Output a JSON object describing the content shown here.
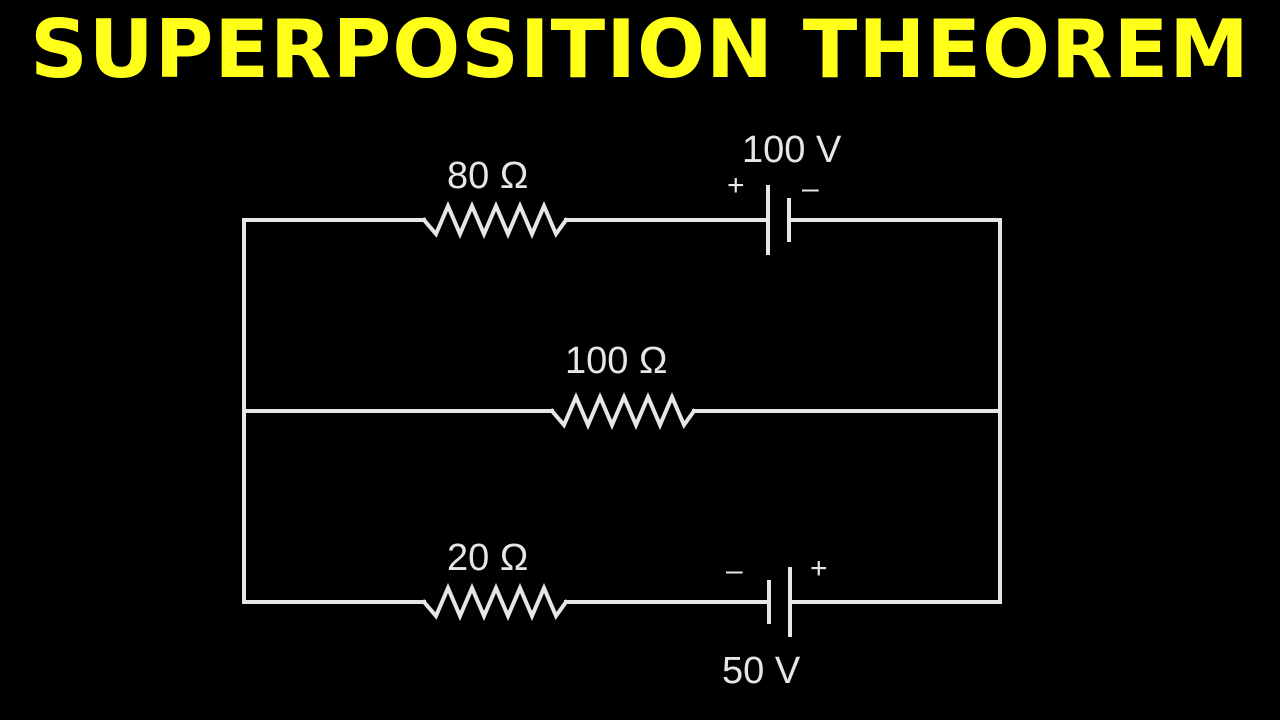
{
  "title": "SUPERPOSITION THEOREM",
  "colors": {
    "title": "#ffff1a",
    "wire": "#e6e6e6",
    "background": "#000000"
  },
  "circuit": {
    "top_branch": {
      "resistor": {
        "label": "80 Ω",
        "value_ohms": 80
      },
      "source": {
        "label": "100 V",
        "value_volts": 100,
        "left_sign": "+",
        "right_sign": "–"
      }
    },
    "middle_branch": {
      "resistor": {
        "label": "100 Ω",
        "value_ohms": 100
      }
    },
    "bottom_branch": {
      "resistor": {
        "label": "20 Ω",
        "value_ohms": 20
      },
      "source": {
        "label": "50 V",
        "value_volts": 50,
        "left_sign": "–",
        "right_sign": "+"
      }
    }
  }
}
